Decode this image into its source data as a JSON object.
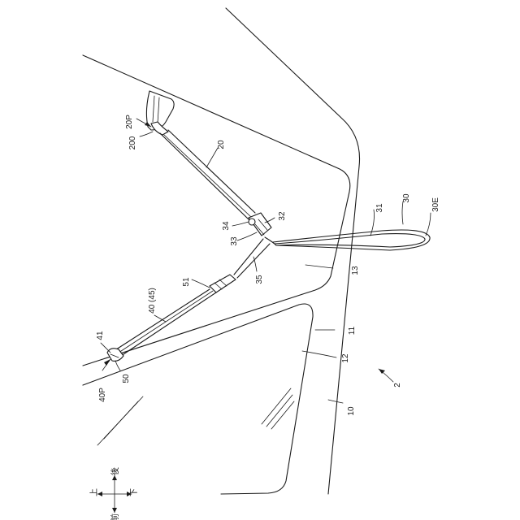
{
  "labels": {
    "l2": "2",
    "l10": "10",
    "l11": "11",
    "l12": "12",
    "l13": "13",
    "l20": "20",
    "l20p": "20P",
    "l200": "200",
    "l30": "30",
    "l30e": "30E",
    "l31": "31",
    "l32": "32",
    "l33": "33",
    "l34": "34",
    "l35": "35",
    "l40": "40 (45)",
    "l40p": "40P",
    "l41": "41",
    "l50": "50",
    "l51": "51"
  },
  "direction": {
    "up": "上",
    "down": "下",
    "front": "前",
    "rear": "後"
  }
}
